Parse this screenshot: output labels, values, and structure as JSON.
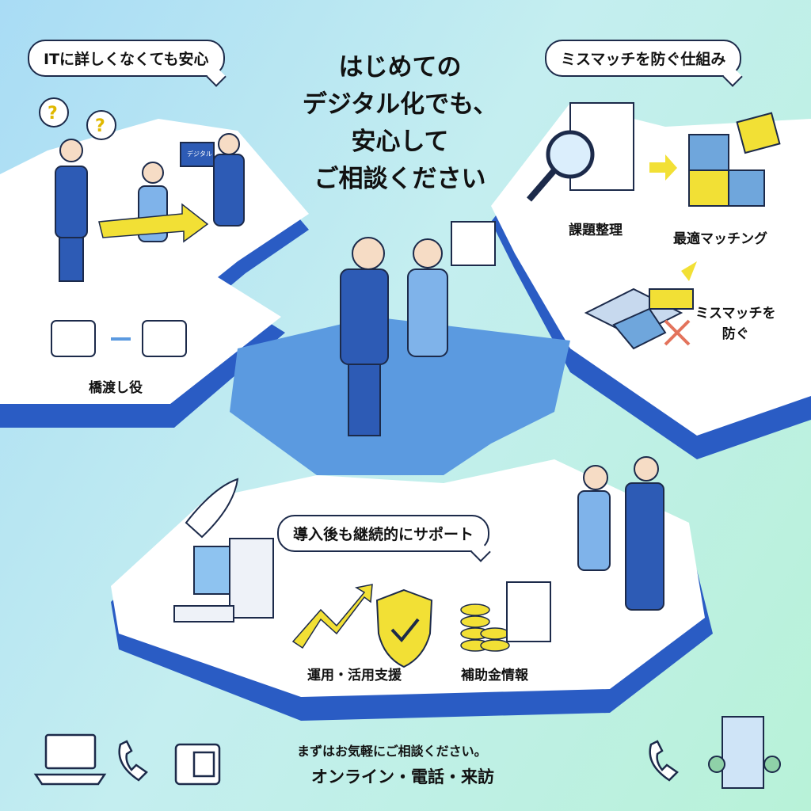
{
  "headline": [
    "はじめての",
    "デジタル化でも、",
    "安心して",
    "ご相談ください"
  ],
  "panel_left": {
    "bubble": "ITに詳しくなくても安心",
    "laptop_screen_text": "デジタル",
    "label": "橋渡し役"
  },
  "panel_right": {
    "bubble": "ミスマッチを防ぐ仕組み",
    "step1": "課題整理",
    "step2": "最適マッチング",
    "step3_line1": "ミスマッチを",
    "step3_line2": "防ぐ"
  },
  "panel_bottom": {
    "bubble": "導入後も継続的にサポート",
    "label1": "運用・活用支援",
    "label2": "補助金情報"
  },
  "footer": {
    "line1": "まずはお気軽にご相談ください。",
    "line2": "オンライン・電話・来訪"
  },
  "colors": {
    "platform_top": "#ffffff",
    "platform_side": "#2a5cc4",
    "accent_yellow": "#f2e035",
    "ink": "#1c2a4a"
  }
}
